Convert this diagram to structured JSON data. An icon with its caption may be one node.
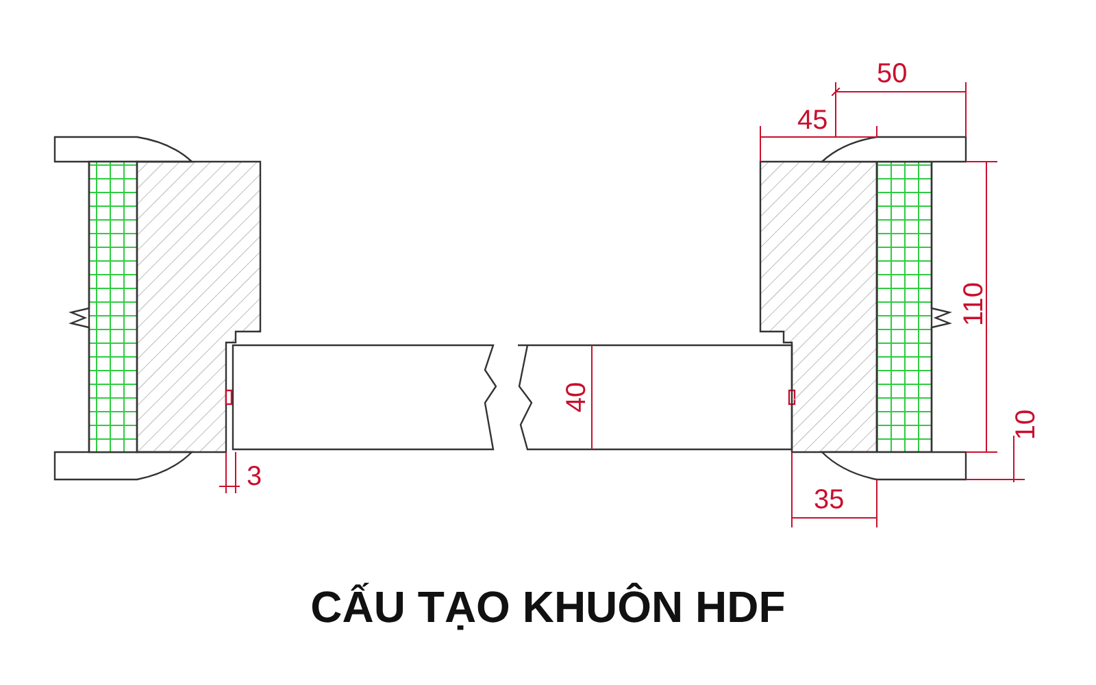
{
  "diagram": {
    "title": "CẤU TẠO KHUÔN HDF",
    "labels": [
      "50",
      "45",
      "110",
      "40",
      "10",
      "3",
      "35"
    ]
  }
}
